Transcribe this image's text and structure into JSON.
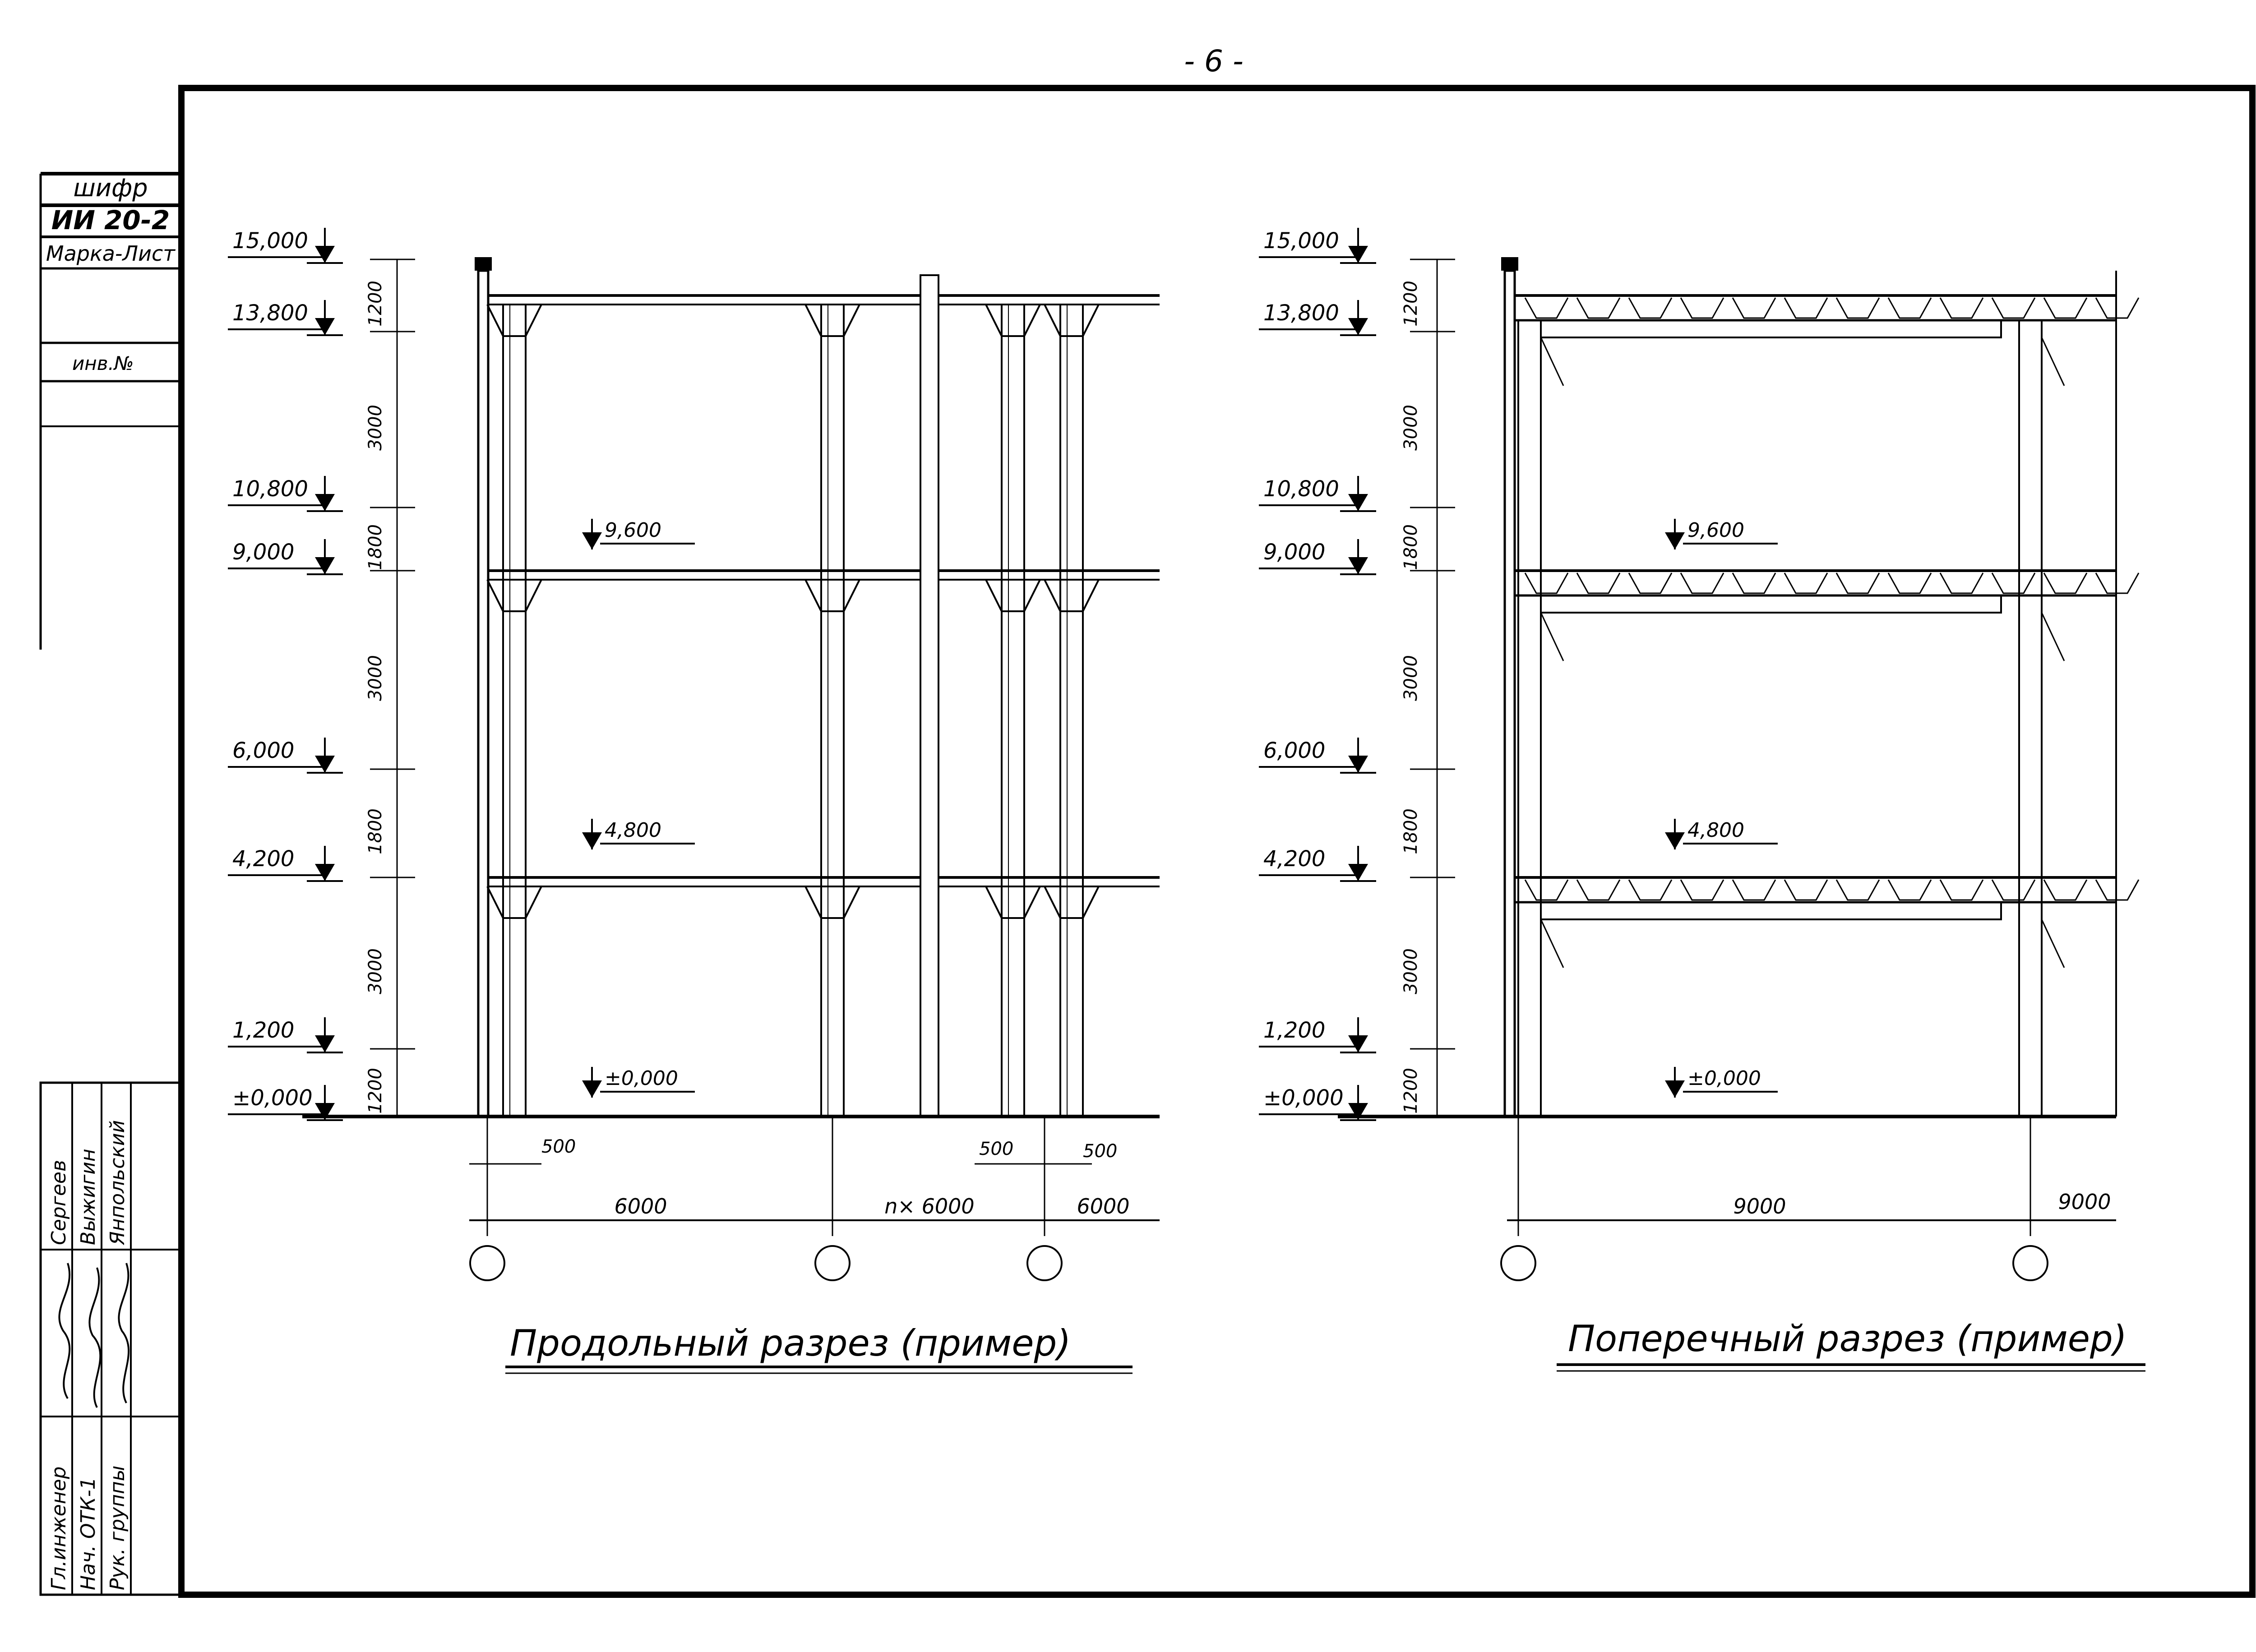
{
  "page_number": "- 6 -",
  "stamp": {
    "cipher_label": "шифр",
    "cipher_value": "ИИ 20-2",
    "sheet_label": "Марка-Лист",
    "inventory_label": "инв.№"
  },
  "signatures": {
    "roles": [
      "Гл.инженер",
      "Нач. ОТК-1",
      "Рук. группы"
    ],
    "names": [
      "Сергеев",
      "Выжигин",
      "Янпольский"
    ]
  },
  "longitudinal": {
    "title": "Продольный разрез (пример)",
    "levels": [
      "15,000",
      "13,800",
      "10,800",
      "9,000",
      "6,000",
      "4,200",
      "1,200",
      "±0,000"
    ],
    "inner_levels": [
      "9,600",
      "4,800",
      "±0,000"
    ],
    "heights": [
      "1200",
      "3000",
      "1800",
      "3000",
      "1800",
      "3000",
      "1200"
    ],
    "spans": [
      "6000",
      "n× 6000",
      "6000"
    ],
    "small_dims": [
      "500",
      "500",
      "500"
    ]
  },
  "transverse": {
    "title": "Поперечный разрез (пример)",
    "levels": [
      "15,000",
      "13,800",
      "10,800",
      "9,000",
      "6,000",
      "4,200",
      "1,200",
      "±0,000"
    ],
    "inner_levels": [
      "9,600",
      "4,800",
      "±0,000"
    ],
    "heights": [
      "1200",
      "3000",
      "1800",
      "3000",
      "1800",
      "3000",
      "1200"
    ],
    "spans": [
      "9000",
      "9000"
    ]
  }
}
